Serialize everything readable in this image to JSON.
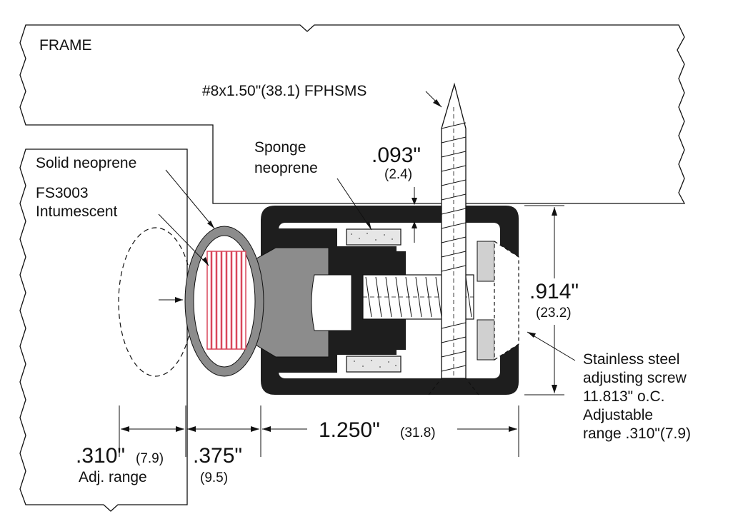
{
  "labels": {
    "frame": "FRAME",
    "screw_spec": "#8x1.50\"(38.1) FPHSMS",
    "solid_neoprene": "Solid neoprene",
    "intumescent_line1": "FS3003",
    "intumescent_line2": "Intumescent",
    "sponge_line1": "Sponge",
    "sponge_line2": "neoprene",
    "adjusting_line1": "Stainless steel",
    "adjusting_line2": "adjusting screw",
    "adjusting_line3": "11.813\" o.C.",
    "adjusting_line4": "Adjustable",
    "adjusting_line5": "range .310\"(7.9)"
  },
  "dimensions": {
    "gap_in": ".093\"",
    "gap_mm": "(2.4)",
    "height_in": ".914\"",
    "height_mm": "(23.2)",
    "width_in": "1.250\"",
    "width_mm": "(31.8)",
    "adj_in": ".310\"",
    "adj_mm": "(7.9)",
    "adj_label": "Adj. range",
    "seal_in": ".375\"",
    "seal_mm": "(9.5)"
  },
  "colors": {
    "housing": "#1e1e1e",
    "seal_gray": "#8c8c8c",
    "intumescent_red": "#d9475a",
    "sponge_fill": "#e6e6e6",
    "screw_fill": "#ffffff"
  }
}
